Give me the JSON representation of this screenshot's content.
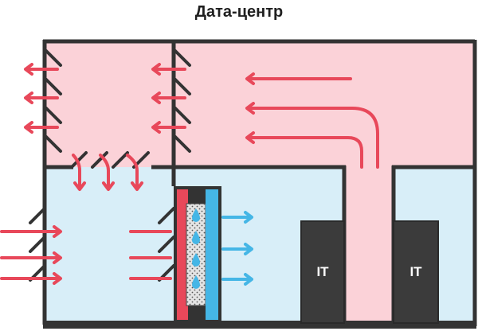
{
  "title": "Дата-центр",
  "labels": {
    "it_1": "IT",
    "it_2": "IT"
  },
  "colors": {
    "hot_zone": "#fbd2d8",
    "cool_zone": "#d8eef8",
    "wall": "#333333",
    "hot_air": "#e8485a",
    "cool_air": "#45b6e6",
    "rack": "#3b3b3b"
  }
}
